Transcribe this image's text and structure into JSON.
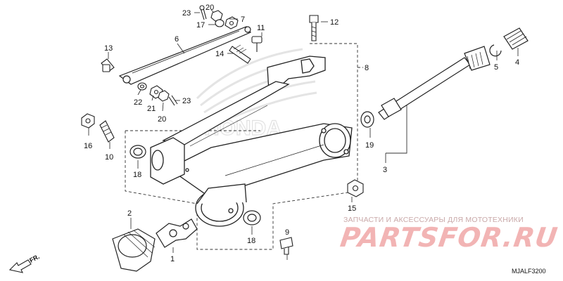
{
  "callouts": {
    "c1": "1",
    "c2": "2",
    "c3": "3",
    "c4": "4",
    "c5": "5",
    "c6": "6",
    "c7": "7",
    "c8": "8",
    "c9": "9",
    "c10": "10",
    "c11": "11",
    "c12": "12",
    "c13": "13",
    "c14": "14",
    "c15": "15",
    "c16": "16",
    "c17": "17",
    "c18a": "18",
    "c18b": "18",
    "c19": "19",
    "c20a": "20",
    "c20b": "20",
    "c21": "21",
    "c22": "22",
    "c23a": "23",
    "c23b": "23"
  },
  "direction_label": "FR.",
  "diagram_code": "MJALF3200",
  "watermark": {
    "subtitle": "ЗАПЧАСТИ И АКСЕССУАРЫ ДЛЯ МОТОТЕХНИКИ",
    "brand": "PARTSFOR.RU"
  },
  "colors": {
    "line": "#222222",
    "watermark_red": "#f2b4b4",
    "ghost_logo": "#e2e2e2"
  }
}
